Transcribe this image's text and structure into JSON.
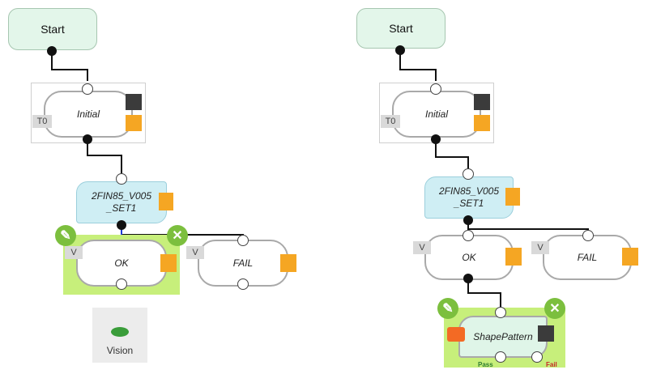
{
  "left_diagram": {
    "start": "Start",
    "initial": {
      "label": "Initial",
      "tag": "T0"
    },
    "vision": {
      "line1": "2FIN85_V005",
      "line2": "_SET1"
    },
    "ok": {
      "label": "OK",
      "tag": "V"
    },
    "fail": {
      "label": "FAIL",
      "tag": "V"
    },
    "palette": {
      "label": "Vision"
    }
  },
  "right_diagram": {
    "start": "Start",
    "initial": {
      "label": "Initial",
      "tag": "T0"
    },
    "vision": {
      "line1": "2FIN85_V005",
      "line2": "_SET1"
    },
    "ok": {
      "label": "OK",
      "tag": "V"
    },
    "fail": {
      "label": "FAIL",
      "tag": "V"
    },
    "shape": {
      "label": "ShapePattern",
      "pass": "Pass",
      "fail": "Fail"
    }
  },
  "colors": {
    "selection": "#c7ef7b",
    "badge": "#7cbf3e",
    "vision_node": "#cfeef4",
    "start_node": "#e3f6ea",
    "icon_orange": "#f5a623"
  },
  "icons": [
    "edit-pencil-icon",
    "close-x-icon",
    "folder-icon",
    "hierarchy-icon",
    "eye-icon"
  ]
}
